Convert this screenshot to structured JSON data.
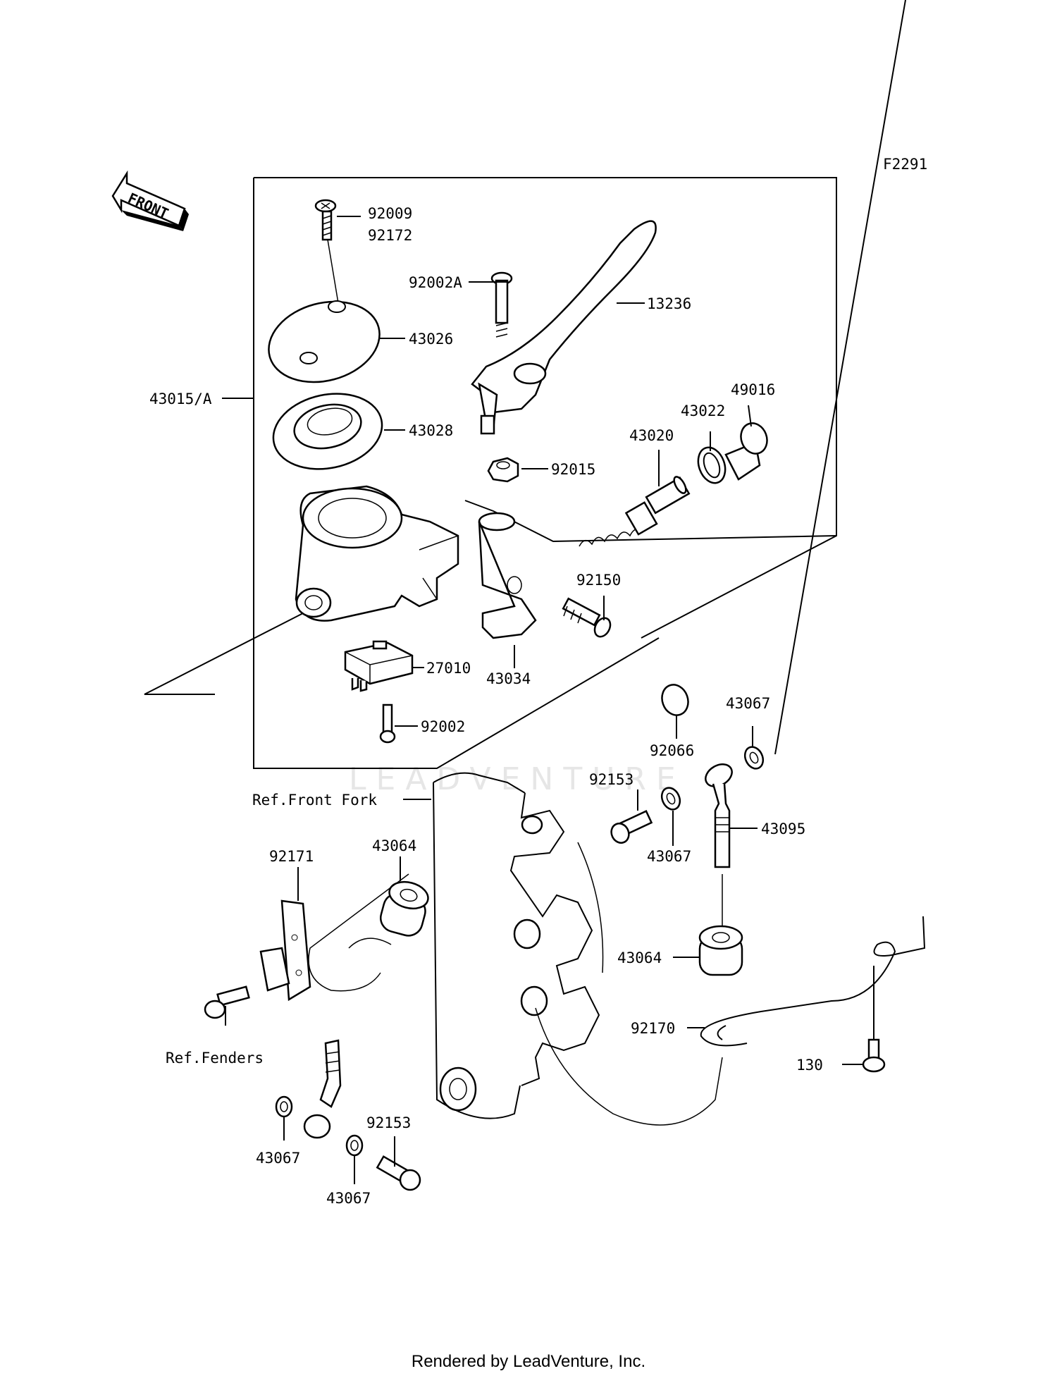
{
  "figure_code": "F2291",
  "direction": "FRONT",
  "watermark": "LEADVENTURE",
  "footer": "Rendered by LeadVenture, Inc.",
  "refs": {
    "front_fork": "Ref.Front Fork",
    "fenders": "Ref.Fenders"
  },
  "parts": [
    {
      "id": "p92009",
      "label": "92009"
    },
    {
      "id": "p92172",
      "label": "92172"
    },
    {
      "id": "p92002A",
      "label": "92002A"
    },
    {
      "id": "p13236",
      "label": "13236"
    },
    {
      "id": "p43026",
      "label": "43026"
    },
    {
      "id": "p43015A",
      "label": "43015/A"
    },
    {
      "id": "p43028",
      "label": "43028"
    },
    {
      "id": "p49016",
      "label": "49016"
    },
    {
      "id": "p43022",
      "label": "43022"
    },
    {
      "id": "p43020",
      "label": "43020"
    },
    {
      "id": "p92015",
      "label": "92015"
    },
    {
      "id": "p92150",
      "label": "92150"
    },
    {
      "id": "p27010",
      "label": "27010"
    },
    {
      "id": "p43034",
      "label": "43034"
    },
    {
      "id": "p92002",
      "label": "92002"
    },
    {
      "id": "p92066",
      "label": "92066"
    },
    {
      "id": "p43067a",
      "label": "43067"
    },
    {
      "id": "p92153a",
      "label": "92153"
    },
    {
      "id": "p43095",
      "label": "43095"
    },
    {
      "id": "p43067b",
      "label": "43067"
    },
    {
      "id": "p43064a",
      "label": "43064"
    },
    {
      "id": "p92171",
      "label": "92171"
    },
    {
      "id": "p43064b",
      "label": "43064"
    },
    {
      "id": "p92170",
      "label": "92170"
    },
    {
      "id": "p130",
      "label": "130"
    },
    {
      "id": "p43067c",
      "label": "43067"
    },
    {
      "id": "p92153b",
      "label": "92153"
    },
    {
      "id": "p43067d",
      "label": "43067"
    }
  ]
}
